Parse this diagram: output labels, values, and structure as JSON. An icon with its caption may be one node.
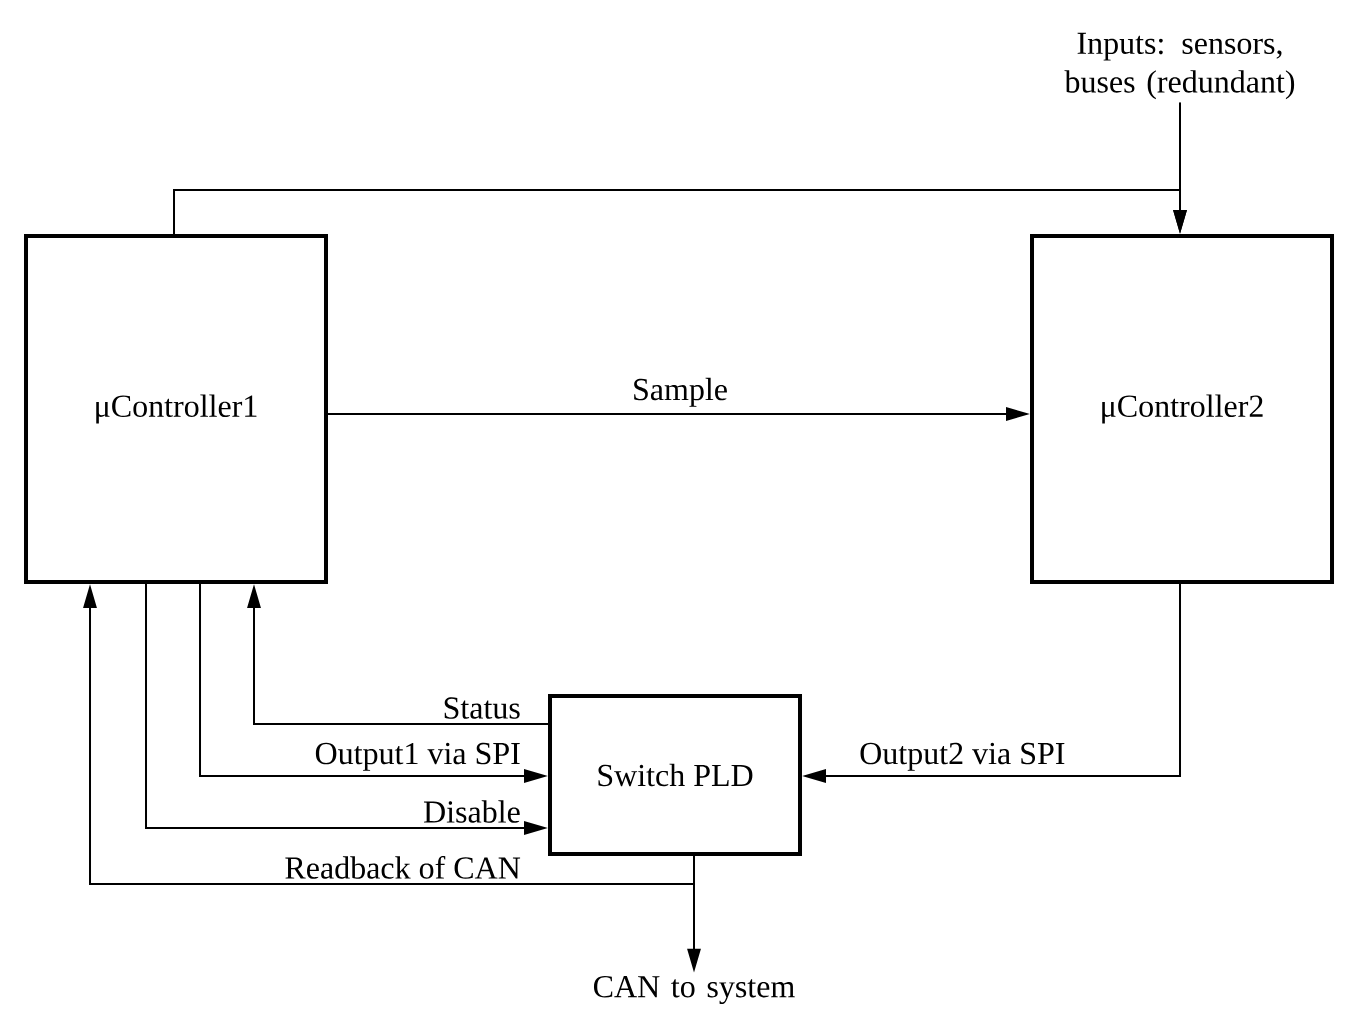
{
  "diagram": {
    "nodes": [
      {
        "text": [
          "μController1"
        ]
      },
      {
        "text": [
          "μController2"
        ]
      },
      {
        "text": [
          "Switch PLD"
        ]
      },
      {
        "text": [
          "Inputs: sensors, buses (redundant)"
        ]
      },
      {
        "text": [
          "CAN to system"
        ]
      }
    ],
    "edges": [
      {
        "from": 3,
        "to": 1,
        "arrow": "to"
      },
      {
        "from": 0,
        "to": 1,
        "arrow": "to"
      },
      {
        "from": 0,
        "to": 1,
        "arrow": "to",
        "label": "Sample"
      },
      {
        "from": 2,
        "to": 0,
        "arrow": "to",
        "label": "Status"
      },
      {
        "from": 0,
        "to": 2,
        "arrow": "to",
        "label": "Output1 via SPI"
      },
      {
        "from": 0,
        "to": 2,
        "arrow": "to",
        "label": "Disable"
      },
      {
        "from": 2,
        "to": 0,
        "arrow": "to",
        "label": "Readback of CAN"
      },
      {
        "from": 1,
        "to": 2,
        "arrow": "to",
        "label": "Output2 via SPI"
      },
      {
        "from": 2,
        "to": 4,
        "arrow": "to"
      }
    ]
  }
}
